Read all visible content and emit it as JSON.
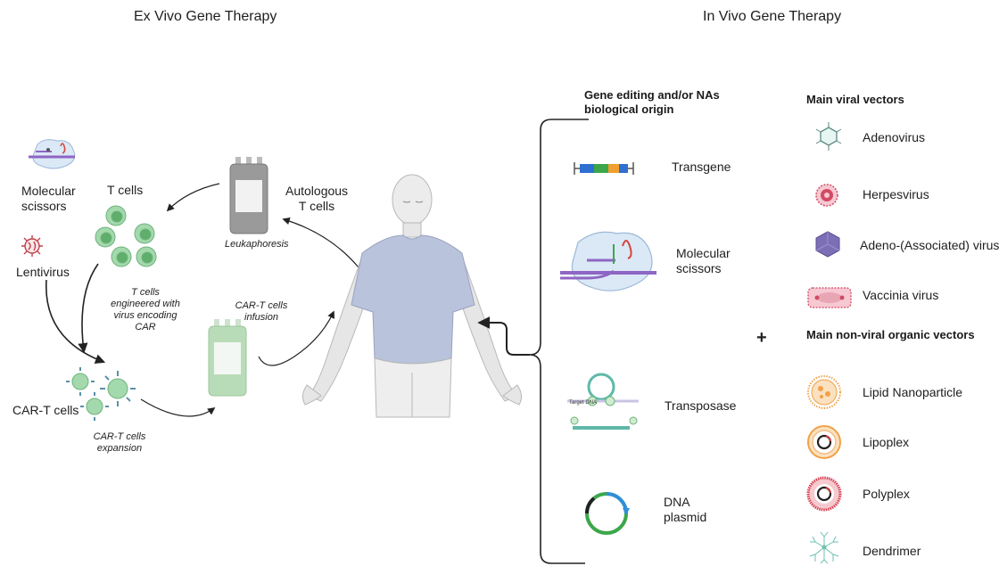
{
  "headers": {
    "ex_vivo": "Ex Vivo Gene Therapy",
    "in_vivo": "In Vivo Gene Therapy"
  },
  "ex_vivo": {
    "molecular_scissors": [
      "Molecular",
      "scissors"
    ],
    "lentivirus": "Lentivirus",
    "t_cells": "T cells",
    "autologous": [
      "Autologous",
      "T cells"
    ],
    "leukaphoresis": "Leukaphoresis",
    "engineered": [
      "T cells",
      "engineered with",
      "virus encoding",
      "CAR"
    ],
    "infusion": [
      "CAR-T cells",
      "infusion"
    ],
    "car_t_cells": "CAR-T cells",
    "expansion": [
      "CAR-T cells",
      "expansion"
    ]
  },
  "in_vivo": {
    "gene_editing_heading": [
      "Gene editing and/or NAs",
      "biological origin"
    ],
    "gene_items": {
      "transgene": "Transgene",
      "molecular_scissors": [
        "Molecular",
        "scissors"
      ],
      "transposase": "Transposase",
      "transposase_detail": "Target DNA",
      "dna_plasmid": [
        "DNA",
        "plasmid"
      ]
    },
    "plus": "+",
    "viral_heading": "Main viral vectors",
    "viral": [
      "Adenovirus",
      "Herpesvirus",
      "Adeno-(Associated) virus",
      "Vaccinia virus"
    ],
    "nonviral_heading": "Main non-viral organic vectors",
    "nonviral": [
      "Lipid Nanoparticle",
      "Lipoplex",
      "Polyplex",
      "Dendrimer"
    ]
  },
  "colors": {
    "t_cell_green": "#7cc48c",
    "body_shirt": "#b9c3db",
    "skin": "#e9e9e9",
    "transgene_blue": "#2f6fd0",
    "transgene_green": "#3ca74a",
    "transgene_orange": "#f0a030",
    "herpes_red": "#d24a64",
    "aav_purple": "#7d6fb5",
    "lipid_orange": "#f0a24a",
    "polyplex_red": "#d84050"
  }
}
